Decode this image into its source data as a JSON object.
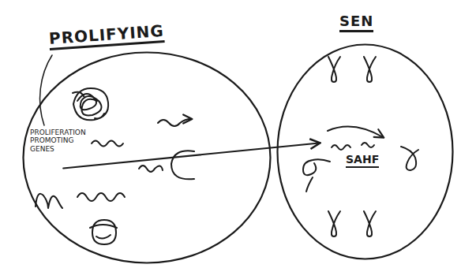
{
  "diagram": {
    "nodes": [
      {
        "text": [
          "PROLIFYING"
        ]
      },
      {
        "text": [
          "SEN"
        ]
      }
    ],
    "edges": [
      {
        "from": 0,
        "to": 1,
        "arrow": "to"
      }
    ],
    "labels": [
      "PROLIFERATION PROMOTING GENES",
      "SAHF"
    ]
  }
}
